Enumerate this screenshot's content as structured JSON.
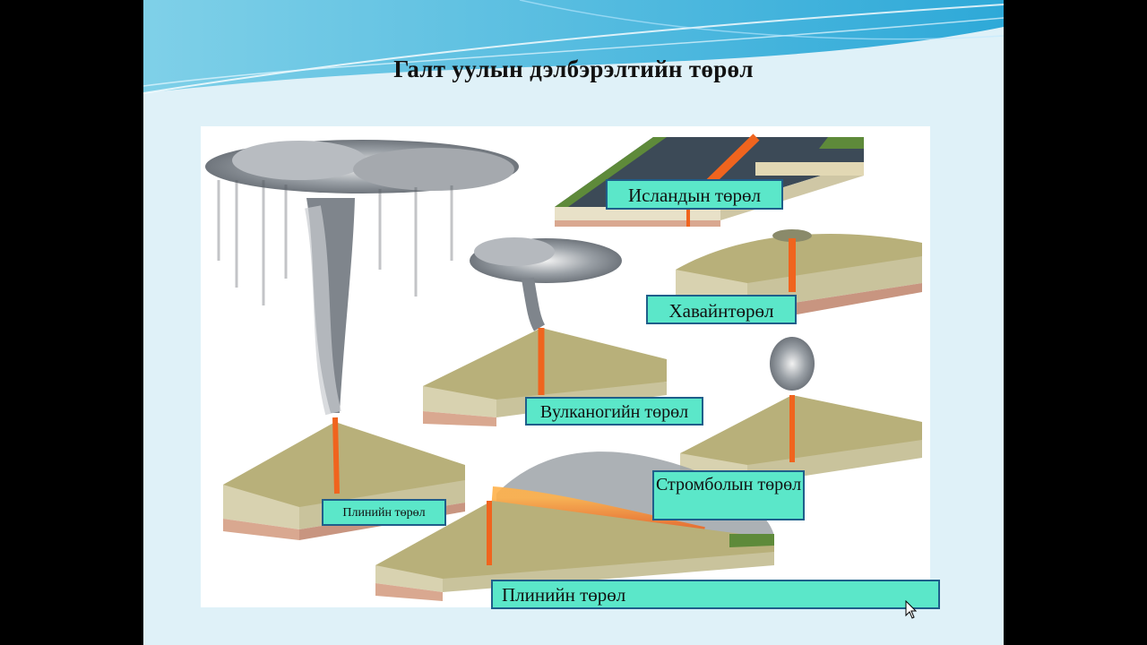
{
  "slide": {
    "title": "Галт уулын дэлбэрэлтийн төрөл"
  },
  "labels": {
    "iceland": "Исландын төрөл",
    "hawaii": "Хавайнтөрөл",
    "vulcanian": "Вулканогийн төрөл",
    "strombolian": "Стромболын төрөл",
    "plinian_small": "Плинийн төрөл",
    "plinian_large": "Плинийн төрөл"
  },
  "colors": {
    "slide_bg": "#dff1f8",
    "label_fill": "#5be7c9",
    "label_border": "#1f5e8a",
    "lava": "#f0641e",
    "ash": "#8a8f96",
    "strata": "#d8d2b0",
    "base": "#d9a890"
  }
}
